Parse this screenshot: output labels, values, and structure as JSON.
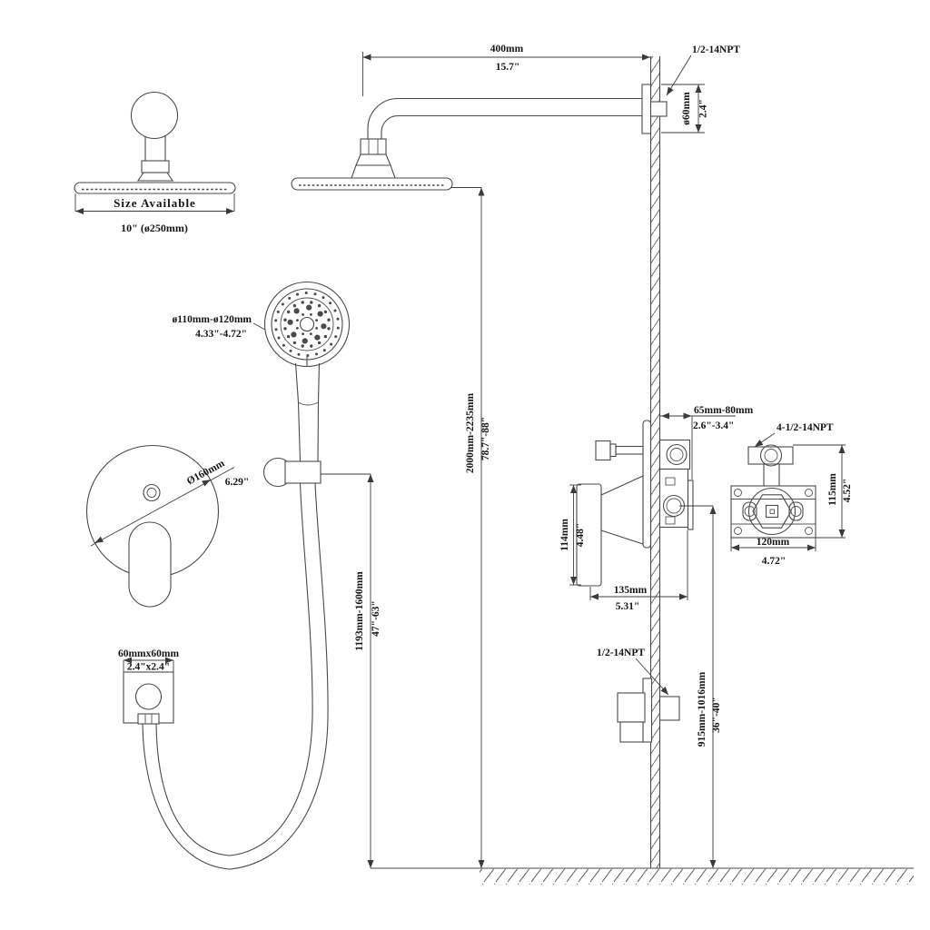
{
  "colors": {
    "line": "#4a4a4a",
    "text": "#161616",
    "background": "#ffffff"
  },
  "topleft": {
    "size_available": "Size Available",
    "head_size": "10\" (ø250mm)"
  },
  "arm": {
    "length_mm": "400mm",
    "length_in": "15.7\"",
    "thread": "1/2-14NPT",
    "flange_mm": "ø60mm",
    "flange_in": "2.4\""
  },
  "height_total": {
    "mm": "2000mm-2235mm",
    "in": "78.7\"-88\""
  },
  "handshower": {
    "dia_mm": "ø110mm-ø120mm",
    "dia_in": "4.33\"-4.72\""
  },
  "valve": {
    "dia_mm": "Ø160mm",
    "dia_in": "6.29\"",
    "depth_range_mm": "65mm-80mm",
    "depth_range_in": "2.6\"-3.4\"",
    "handle_mm": "114mm",
    "handle_in": "4.48\"",
    "depth_mm": "135mm",
    "depth_in": "5.31\""
  },
  "slide": {
    "mm": "1193mm-1600mm",
    "in": "47\"-63\""
  },
  "elbow": {
    "mm": "60mmx60mm",
    "in": "2.4\"x2.4\""
  },
  "roughin": {
    "thread": "4-1/2-14NPT",
    "h_mm": "115mm",
    "h_in": "4.52\"",
    "w_mm": "120mm",
    "w_in": "4.72\""
  },
  "outlet": {
    "thread": "1/2-14NPT",
    "h_mm": "915mm-1016mm",
    "h_in": "36\"-40\""
  }
}
